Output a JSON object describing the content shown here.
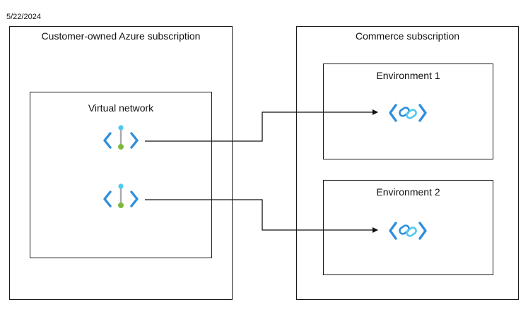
{
  "date": "5/22/2024",
  "customer_subscription": {
    "title": "Customer-owned Azure subscription",
    "virtual_network": {
      "title": "Virtual network"
    }
  },
  "commerce_subscription": {
    "title": "Commerce subscription",
    "environments": [
      {
        "title": "Environment 1"
      },
      {
        "title": "Environment 2"
      }
    ]
  },
  "icons": {
    "endpoint": "private-endpoint-icon",
    "link": "private-link-service-icon"
  },
  "colors": {
    "border": "#1a1a1a",
    "icon_blue": "#2f8fdc",
    "icon_light_blue": "#50c8f0",
    "icon_green": "#7dba3c",
    "connector": "#111111"
  }
}
